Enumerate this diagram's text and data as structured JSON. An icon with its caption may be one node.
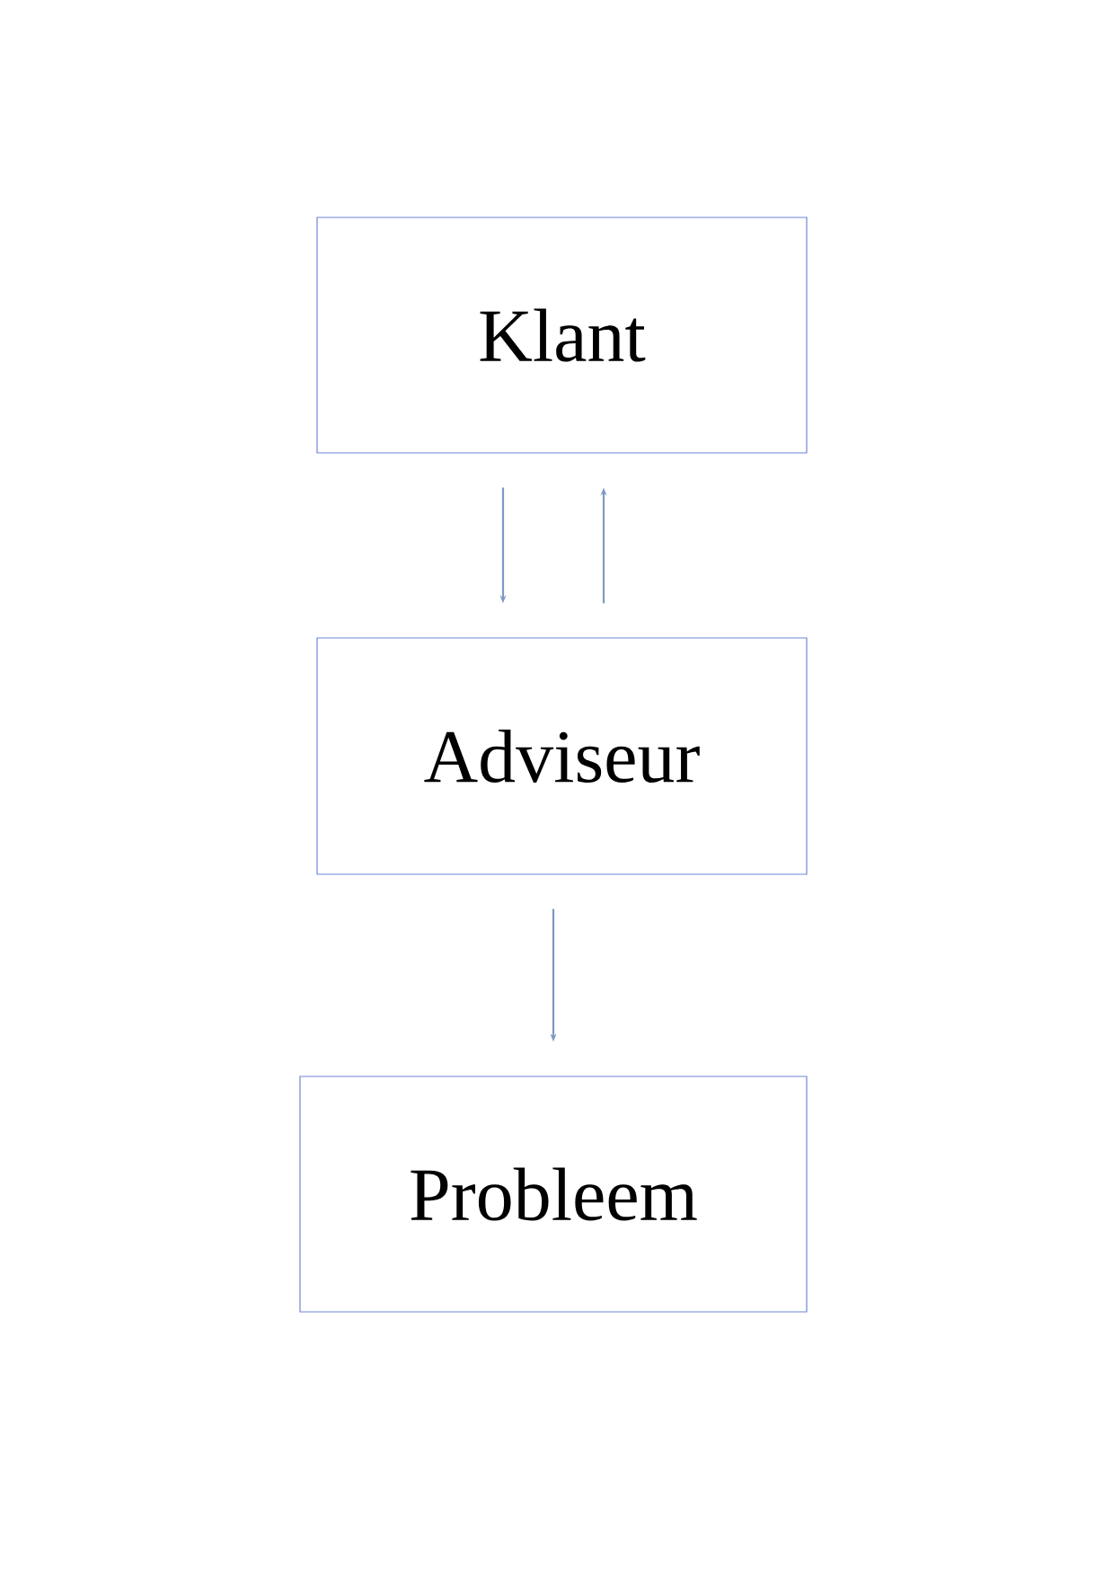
{
  "diagram": {
    "nodes": [
      {
        "text": [
          "Klant"
        ]
      },
      {
        "text": [
          "Adviseur"
        ]
      },
      {
        "text": [
          "Probleem"
        ]
      }
    ],
    "edges": [
      {
        "from": 0,
        "to": 1,
        "arrow": "to"
      },
      {
        "from": 1,
        "to": 0,
        "arrow": "to"
      },
      {
        "from": 1,
        "to": 2,
        "arrow": "to"
      }
    ]
  }
}
